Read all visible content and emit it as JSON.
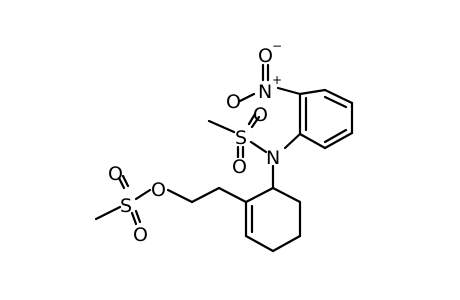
{
  "molecule": {
    "atoms": {
      "nitro_o1": "O",
      "nitro_n": "N",
      "nitro_o2": "O",
      "sulfonyl_o1": "O",
      "sulfonyl_s": "S",
      "sulfonyl_o2": "O",
      "sulfonamide_n": "N",
      "ester_o1": "O",
      "ester_s": "S",
      "ester_o2": "O",
      "ester_o_link": "O"
    },
    "charges": {
      "nitro_n_plus": "+",
      "nitro_o_minus": "−"
    }
  }
}
